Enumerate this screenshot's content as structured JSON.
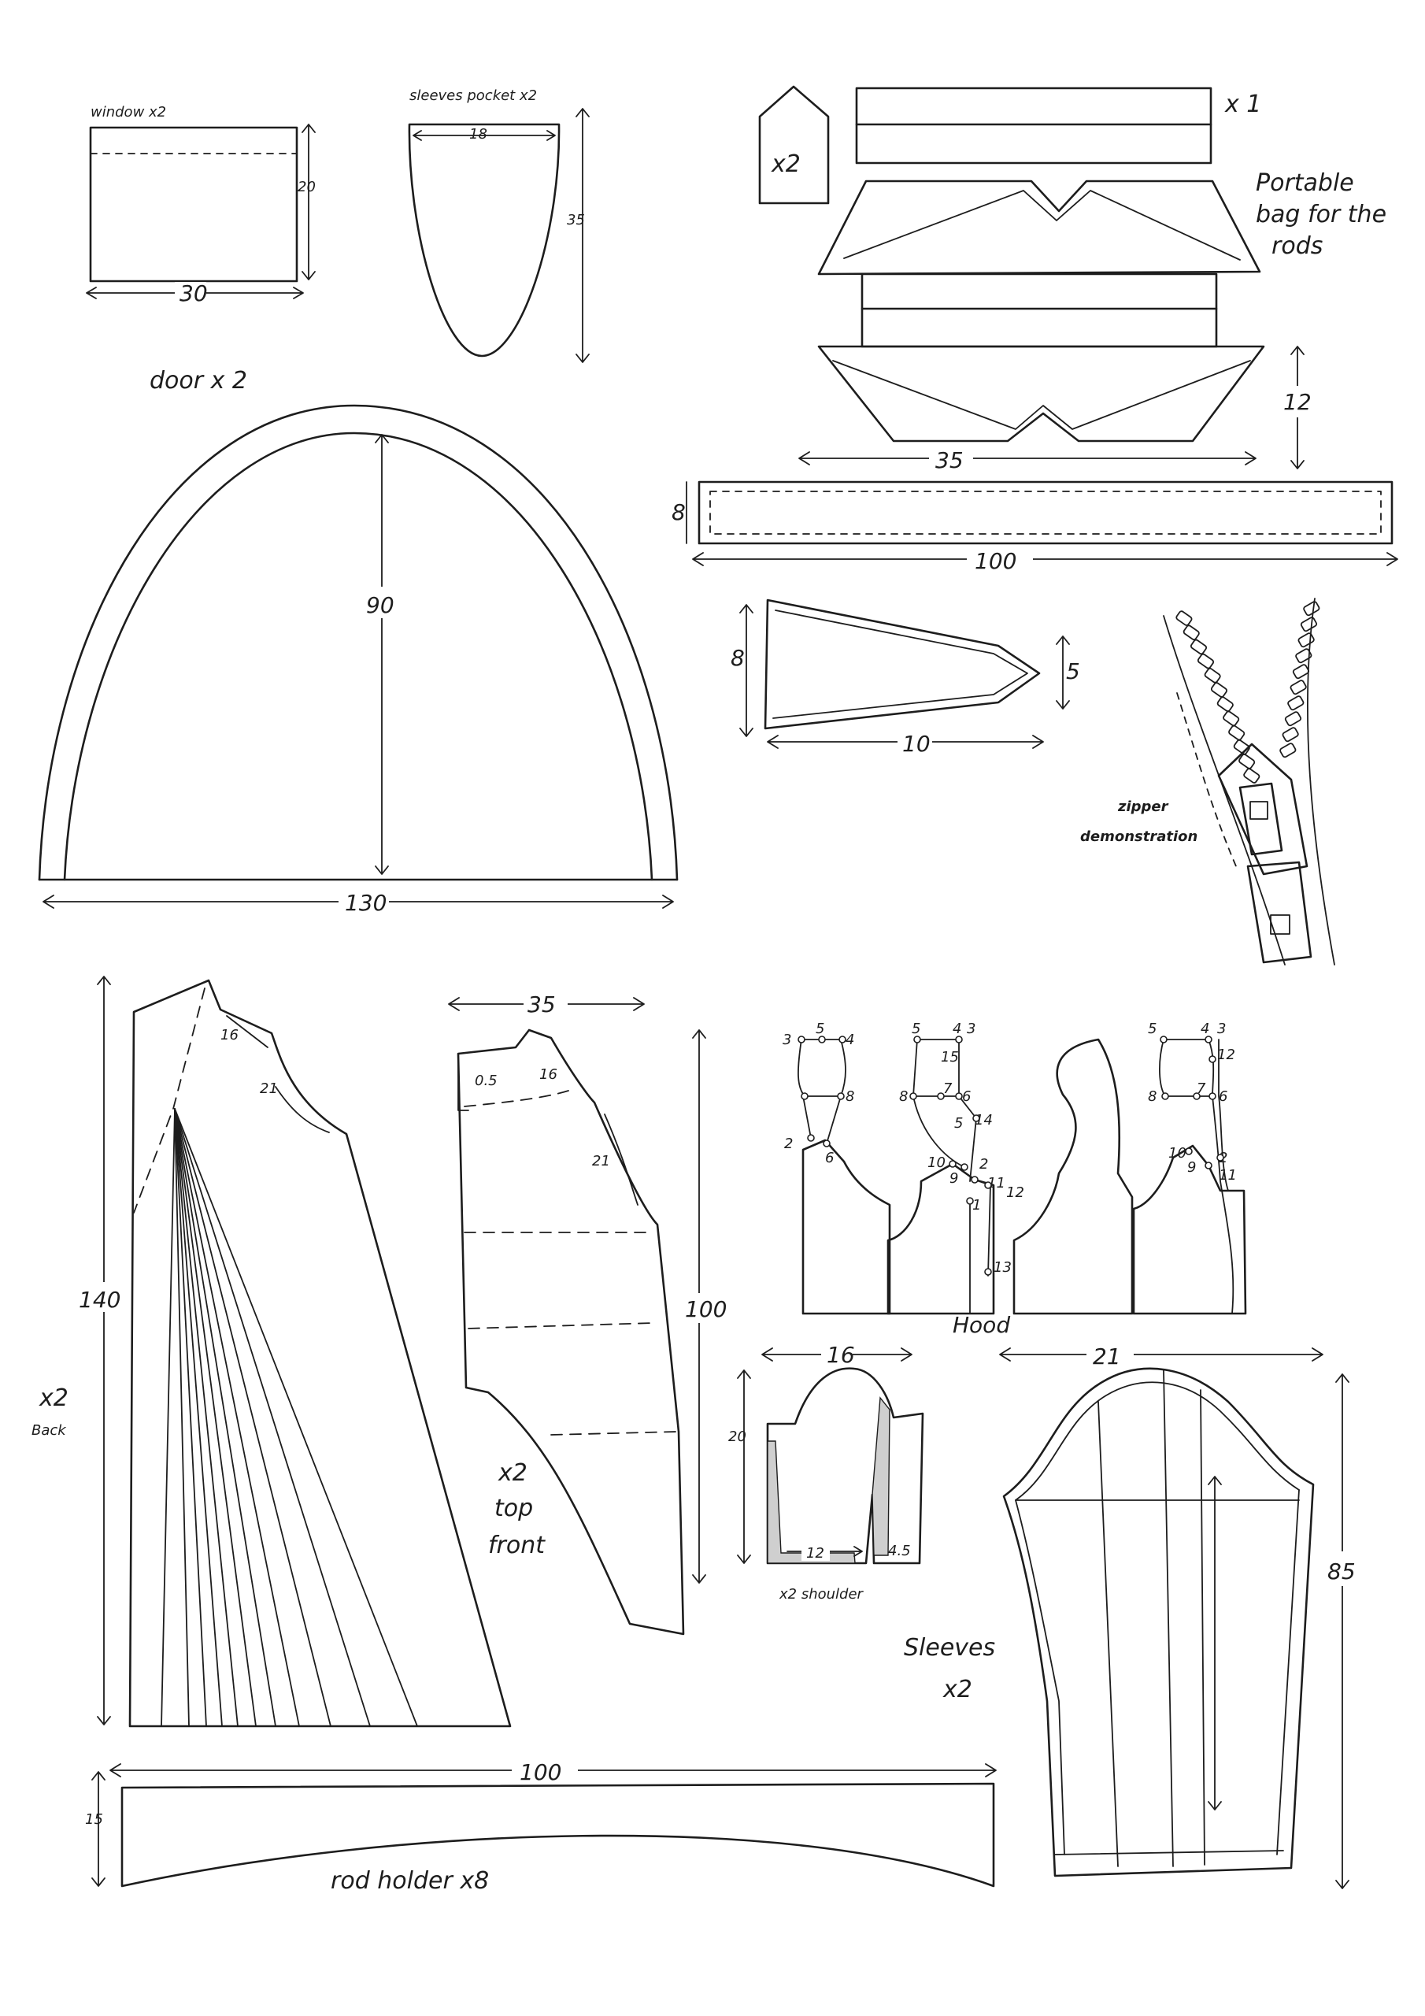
{
  "labels": {
    "window": "window x2",
    "sleeves_pocket": "sleeves pocket x2",
    "door": "door x 2",
    "x2_small": "x2",
    "x1": "x 1",
    "portable_bag": [
      "Portable",
      "bag for the",
      "rods"
    ],
    "zipper_demo": [
      "zipper",
      "demonstration"
    ],
    "x2_back": [
      "x2",
      "Back"
    ],
    "top_front": [
      "x2",
      "top",
      "front"
    ],
    "hood": "Hood",
    "shoulder": "x2  shoulder",
    "sleeves": [
      "Sleeves",
      "x2"
    ],
    "rod_holder": "rod holder x8"
  },
  "dimensions": {
    "window_height": "20",
    "window_width": "30",
    "pocket_width": "18",
    "pocket_height": "35",
    "door_height": "90",
    "door_width": "130",
    "bag_height": "12",
    "bag_width": "35",
    "strap_height": "8",
    "strap_length": "100",
    "flap_height": "8",
    "flap_tip": "5",
    "flap_length": "10",
    "back_shoulder": "16",
    "back_armhole": "21",
    "back_length": "140",
    "front_width": "35",
    "front_seam": "0.5",
    "front_shoulder": "16",
    "front_armhole": "21",
    "front_length": "100",
    "shoulder_width": "16",
    "shoulder_height": "20",
    "shoulder_hem": "12",
    "shoulder_seam": "4.5",
    "sleeve_width": "21",
    "sleeve_length": "85",
    "rod_length": "100",
    "rod_width": "15"
  },
  "hood_points": {
    "p1": [
      "3",
      "5",
      "4",
      "8",
      "2",
      "6"
    ],
    "p2": [
      "5",
      "4",
      "3",
      "15",
      "8",
      "7",
      "6",
      "5",
      "14",
      "10",
      "9",
      "2",
      "11",
      "12",
      "1",
      "13"
    ],
    "p4": [
      "5",
      "4",
      "3",
      "12",
      "8",
      "7",
      "6",
      "10",
      "9",
      "2",
      "11"
    ]
  }
}
